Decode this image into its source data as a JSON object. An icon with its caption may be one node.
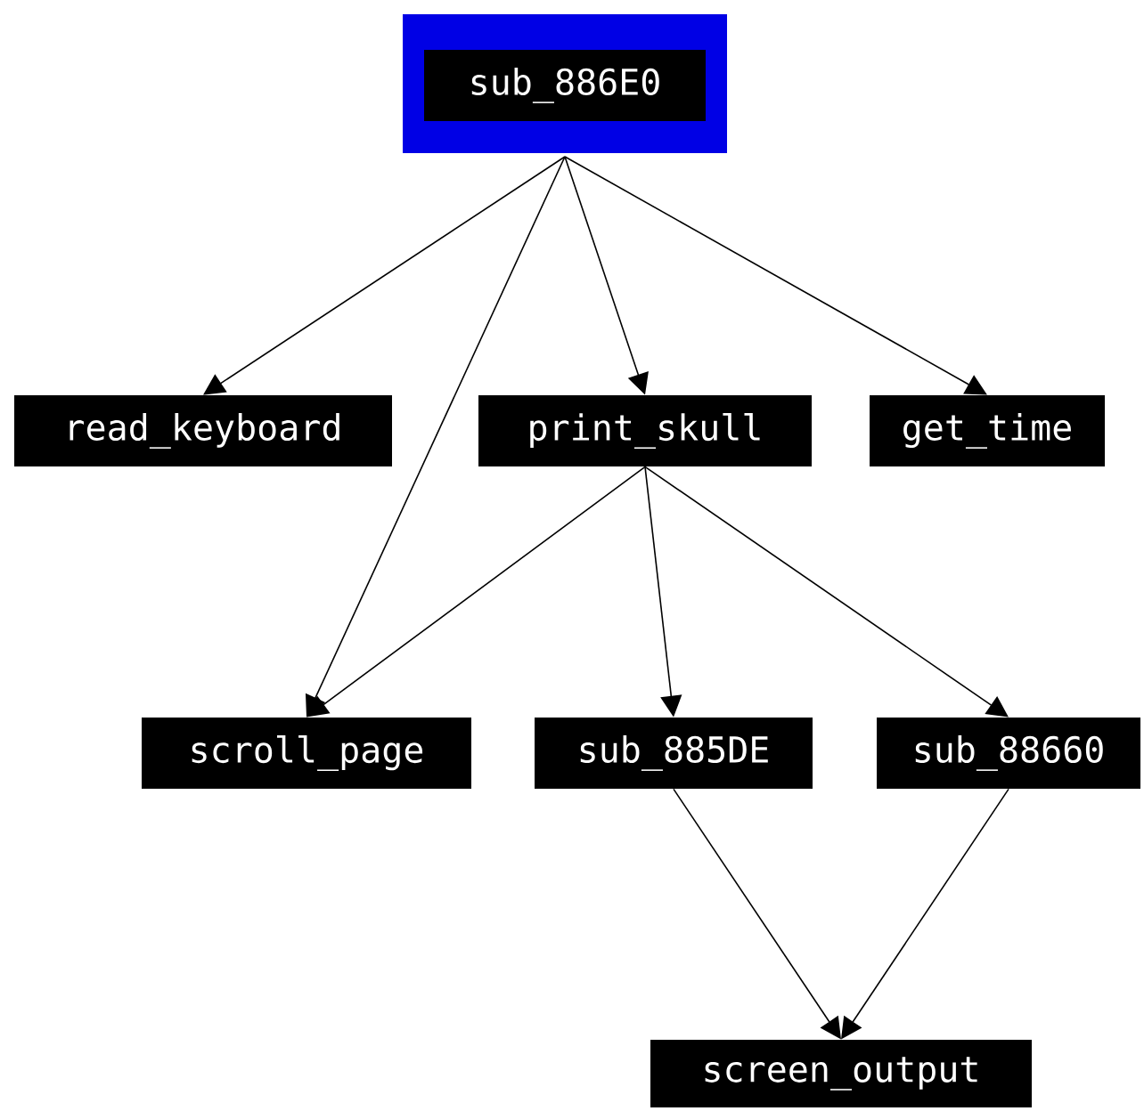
{
  "diagram": {
    "nodes": [
      {
        "text": [
          "sub_886E0"
        ]
      },
      {
        "text": [
          "read_keyboard"
        ]
      },
      {
        "text": [
          "print_skull"
        ]
      },
      {
        "text": [
          "get_time"
        ]
      },
      {
        "text": [
          "scroll_page"
        ]
      },
      {
        "text": [
          "sub_885DE"
        ]
      },
      {
        "text": [
          "sub_88660"
        ]
      },
      {
        "text": [
          "screen_output"
        ]
      }
    ],
    "edges": [
      {
        "from": 0,
        "to": 1,
        "arrow": "to"
      },
      {
        "from": 0,
        "to": 4,
        "arrow": "to"
      },
      {
        "from": 0,
        "to": 2,
        "arrow": "to"
      },
      {
        "from": 0,
        "to": 3,
        "arrow": "to"
      },
      {
        "from": 2,
        "to": 4,
        "arrow": "to"
      },
      {
        "from": 2,
        "to": 5,
        "arrow": "to"
      },
      {
        "from": 2,
        "to": 6,
        "arrow": "to"
      },
      {
        "from": 5,
        "to": 7,
        "arrow": "to"
      },
      {
        "from": 6,
        "to": 7,
        "arrow": "to"
      }
    ]
  }
}
